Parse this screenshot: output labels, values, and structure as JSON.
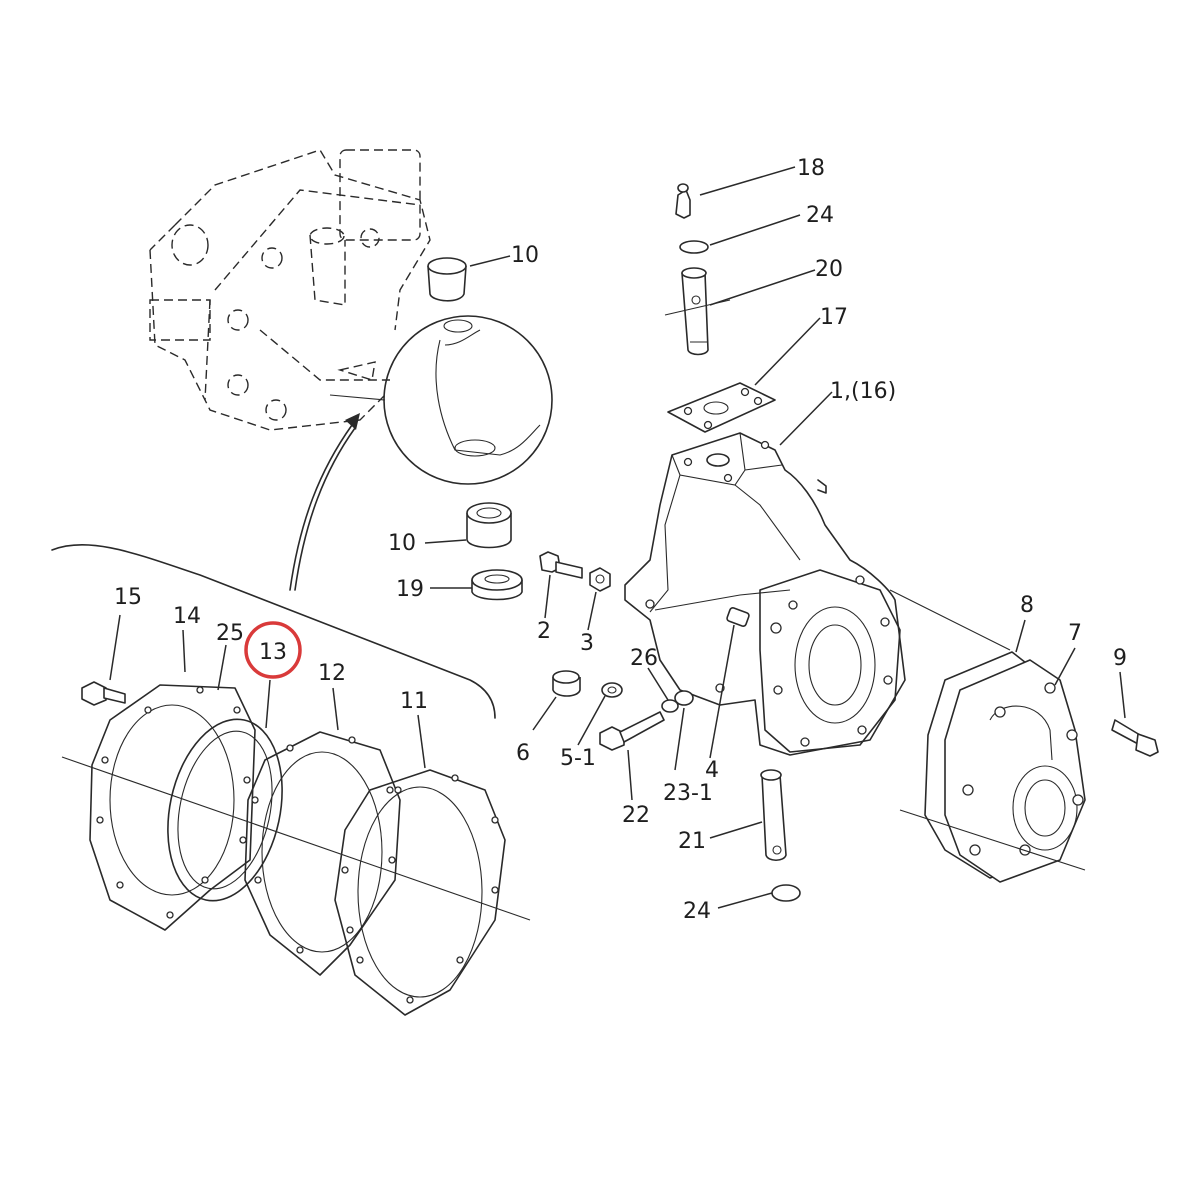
{
  "part_labels": [
    {
      "id": "p18",
      "text": "18"
    },
    {
      "id": "p24a",
      "text": "24"
    },
    {
      "id": "p10a",
      "text": "10"
    },
    {
      "id": "p20",
      "text": "20"
    },
    {
      "id": "p17",
      "text": "17"
    },
    {
      "id": "p1",
      "text": "1,(16)"
    },
    {
      "id": "p10b",
      "text": "10"
    },
    {
      "id": "p19",
      "text": "19"
    },
    {
      "id": "p2",
      "text": "2"
    },
    {
      "id": "p3",
      "text": "3"
    },
    {
      "id": "p15",
      "text": "15"
    },
    {
      "id": "p14",
      "text": "14"
    },
    {
      "id": "p25",
      "text": "25"
    },
    {
      "id": "p13",
      "text": "13"
    },
    {
      "id": "p12",
      "text": "12"
    },
    {
      "id": "p11",
      "text": "11"
    },
    {
      "id": "p26",
      "text": "26"
    },
    {
      "id": "p8",
      "text": "8"
    },
    {
      "id": "p7",
      "text": "7"
    },
    {
      "id": "p9",
      "text": "9"
    },
    {
      "id": "p6",
      "text": "6"
    },
    {
      "id": "p5-1",
      "text": "5-1"
    },
    {
      "id": "p4",
      "text": "4"
    },
    {
      "id": "p23-1",
      "text": "23-1"
    },
    {
      "id": "p22",
      "text": "22"
    },
    {
      "id": "p21",
      "text": "21"
    },
    {
      "id": "p24b",
      "text": "24"
    }
  ],
  "highlight": {
    "part": "13",
    "color": "#d93a3a"
  }
}
